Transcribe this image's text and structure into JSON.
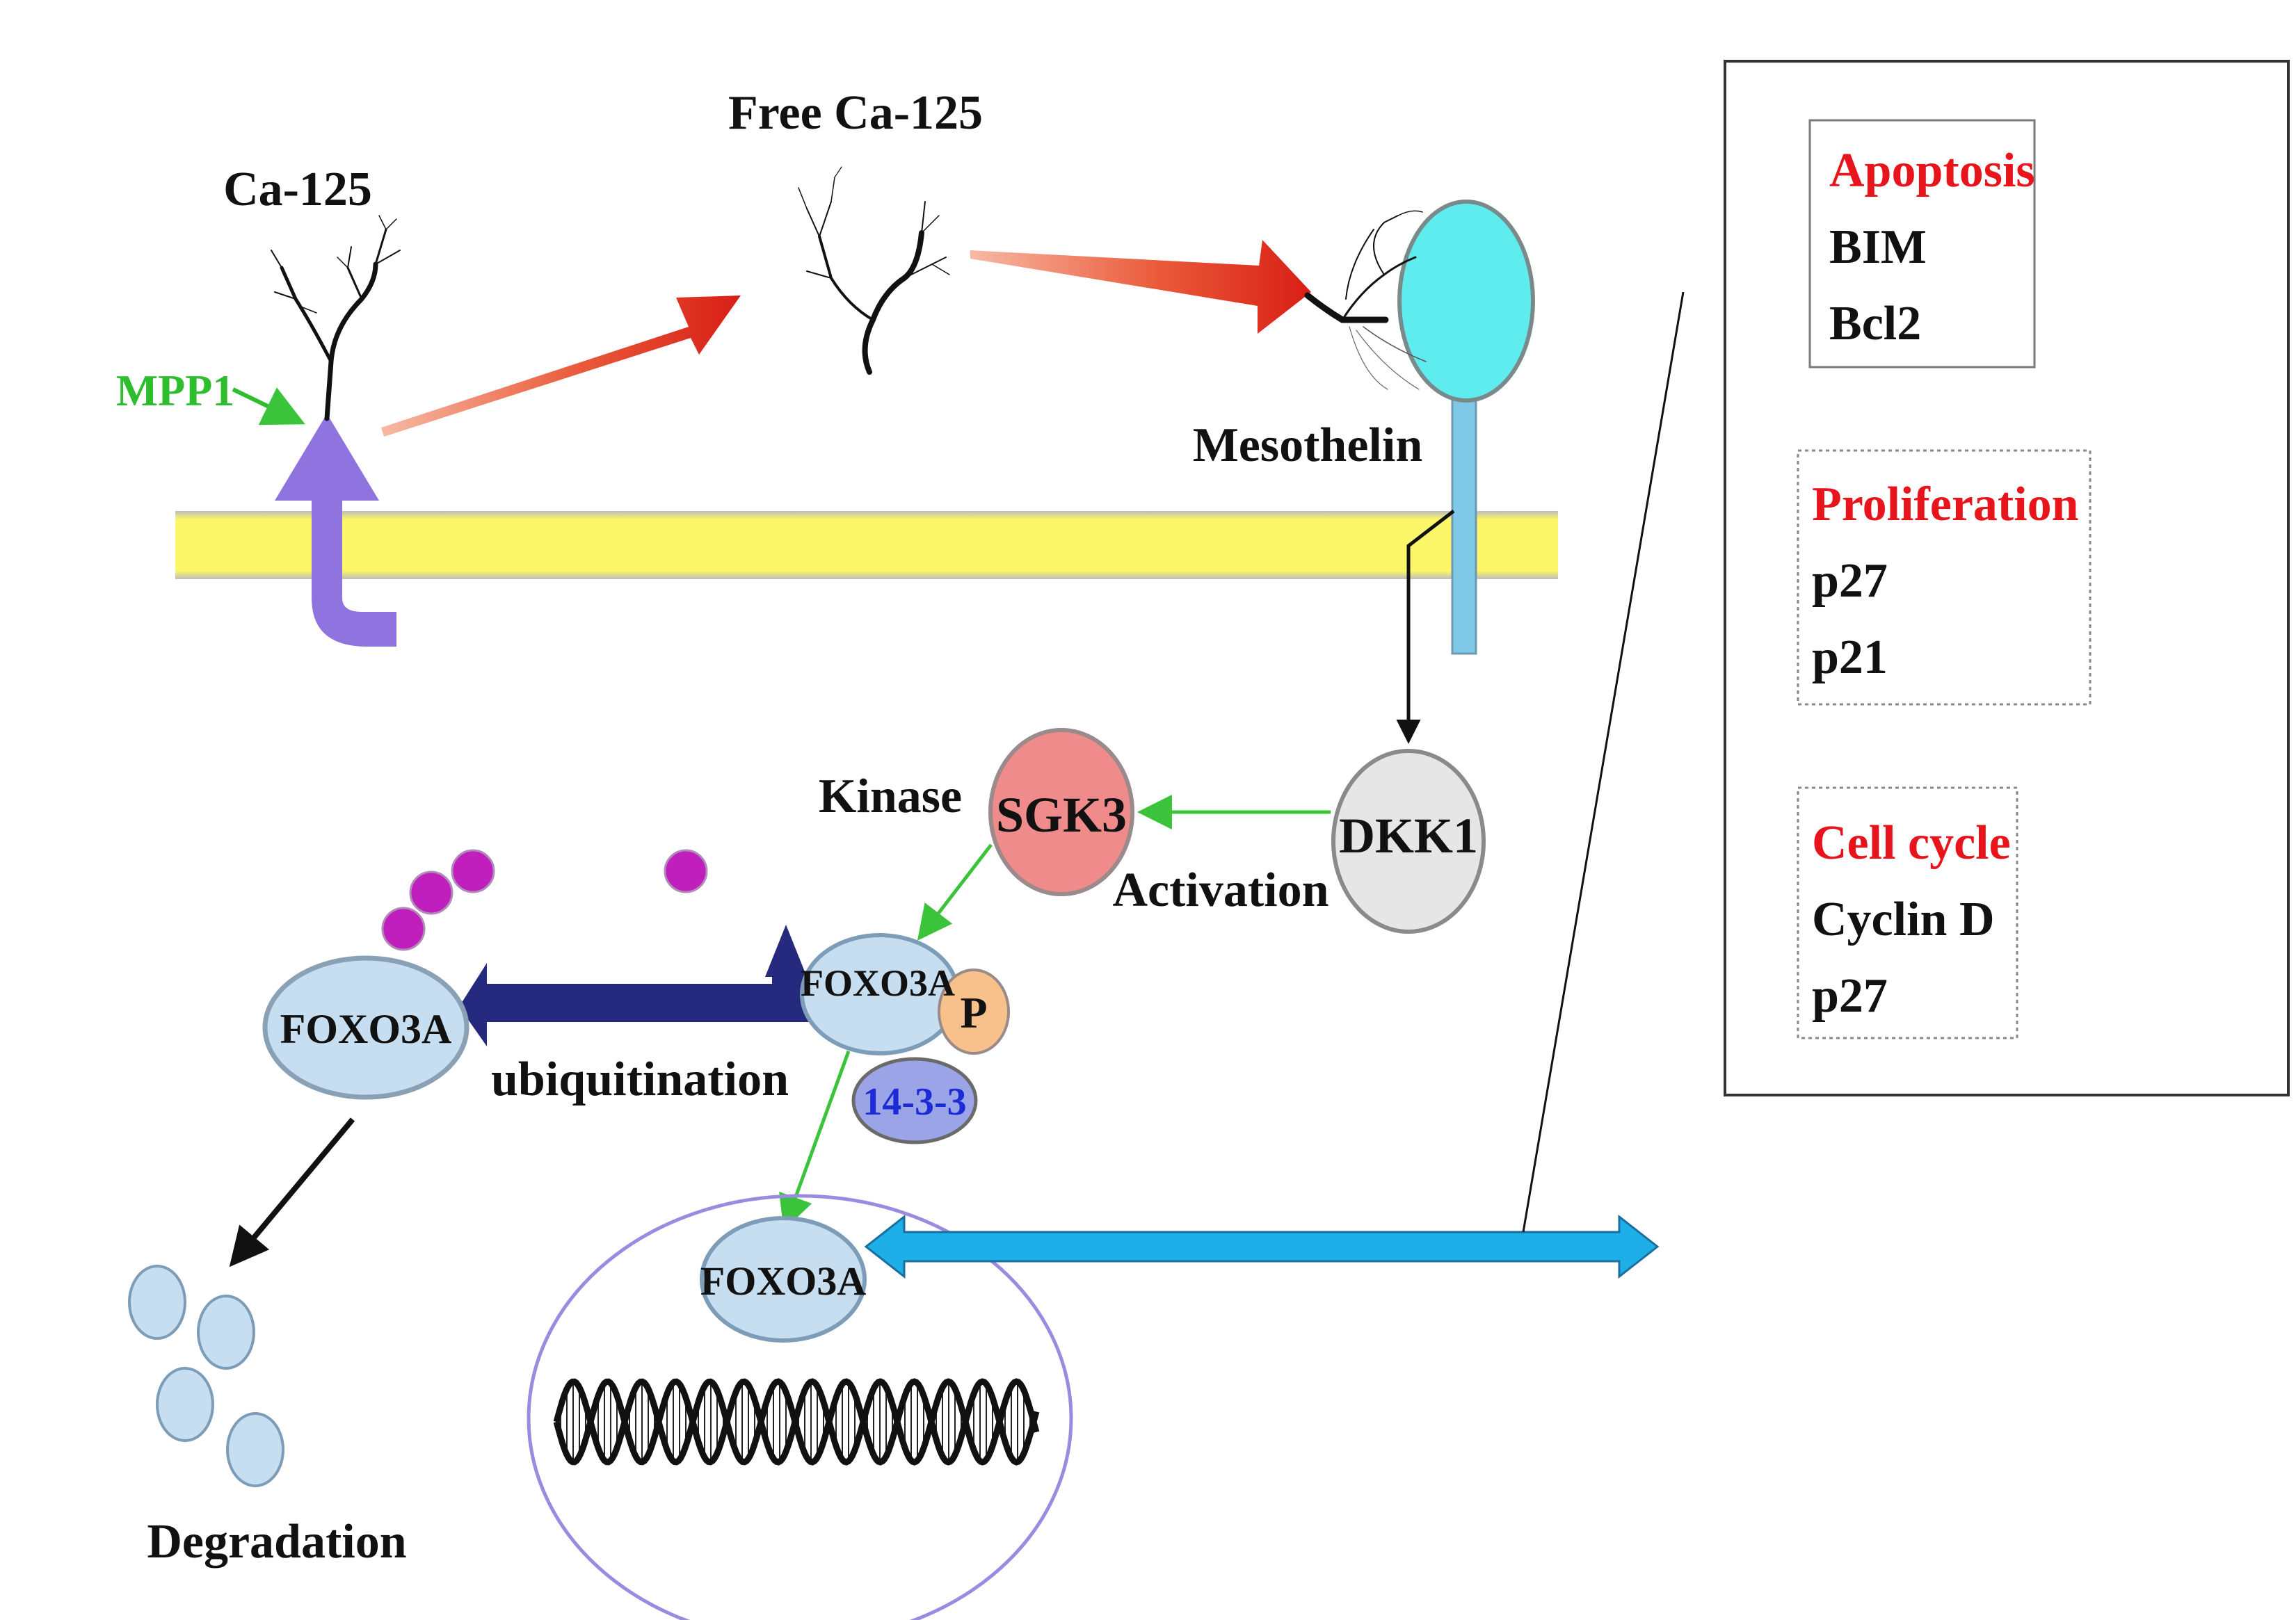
{
  "labels": {
    "ca125": "Ca-125",
    "free_ca125": "Free Ca-125",
    "mpp1": "MPP1",
    "mesothelin": "Mesothelin",
    "kinase": "Kinase",
    "sgk3": "SGK3",
    "dkk1": "DKK1",
    "activation": "Activation",
    "foxo3a_complex": "FOXO3A",
    "p": "P",
    "protein_1433": "14-3-3",
    "foxo3a_left": "FOXO3A",
    "ubiquitination": "ubiquitination",
    "foxo3a_nucleus": "FOXO3A",
    "degradation": "Degradation"
  },
  "panel": {
    "apoptosis": {
      "title": "Apoptosis",
      "items": [
        "BIM",
        "Bcl2"
      ]
    },
    "proliferation": {
      "title": "Proliferation",
      "items": [
        "p27",
        "p21"
      ]
    },
    "cell_cycle": {
      "title": "Cell cycle",
      "items": [
        "Cyclin D",
        "p27"
      ]
    }
  },
  "colors": {
    "category_title": "#e8141b",
    "mpp1": "#2dbd2d",
    "protein_1433_text": "#1c2bd6",
    "membrane": "#fbf66a",
    "mesothelin_head": "#5eecee",
    "sgk3": "#f08b8b",
    "red_arrow": "#d81e16",
    "navy_arrow": "#252a7e",
    "blue_arrow": "#1eaee8",
    "purple_arrow": "#8f74e0",
    "ubiquitin": "#c11fbd",
    "green_line": "#3bc43b"
  }
}
